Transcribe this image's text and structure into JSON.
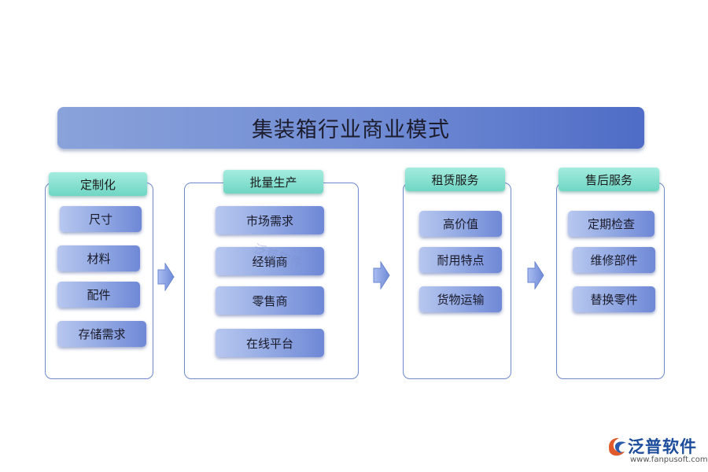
{
  "title": "集装箱行业商业模式",
  "columns": [
    {
      "header": "定制化",
      "items": [
        "尺寸",
        "材料",
        "配件",
        "存储需求"
      ]
    },
    {
      "header": "批量生产",
      "items": [
        "市场需求",
        "经销商",
        "零售商",
        "在线平台"
      ]
    },
    {
      "header": "租赁服务",
      "items": [
        "高价值",
        "耐用特点",
        "货物运输"
      ]
    },
    {
      "header": "售后服务",
      "items": [
        "定期检查",
        "维修部件",
        "替换零件"
      ]
    }
  ],
  "watermark": "泛普软件",
  "logo": {
    "name": "泛普软件",
    "url": "www.fanpusoft.com"
  }
}
